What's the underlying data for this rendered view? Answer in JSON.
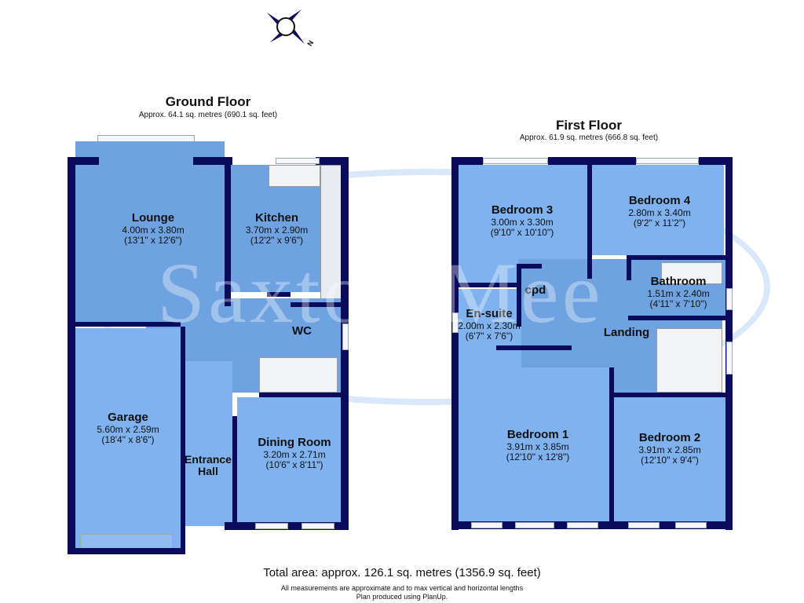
{
  "compass": {
    "north_label": "N"
  },
  "watermark": {
    "text": "Saxton Mee"
  },
  "ground_floor": {
    "title": "Ground Floor",
    "area": "Approx. 64.1 sq. metres (690.1 sq. feet)",
    "rooms": [
      {
        "name": "Lounge",
        "metric": "4.00m x 3.80m",
        "imperial": "(13'1\" x 12'6\")"
      },
      {
        "name": "Kitchen",
        "metric": "3.70m x 2.90m",
        "imperial": "(12'2\" x 9'6\")"
      },
      {
        "name": "WC",
        "metric": "",
        "imperial": ""
      },
      {
        "name": "Garage",
        "metric": "5.60m x 2.59m",
        "imperial": "(18'4\" x 8'6\")"
      },
      {
        "name": "Entrance Hall",
        "metric": "",
        "imperial": ""
      },
      {
        "name": "Dining Room",
        "metric": "3.20m x 2.71m",
        "imperial": "(10'6\" x 8'11\")"
      }
    ]
  },
  "first_floor": {
    "title": "First Floor",
    "area": "Approx. 61.9 sq. metres (666.8 sq. feet)",
    "rooms": [
      {
        "name": "Bedroom 3",
        "metric": "3.00m x 3.30m",
        "imperial": "(9'10\" x 10'10\")"
      },
      {
        "name": "Bedroom 4",
        "metric": "2.80m x 3.40m",
        "imperial": "(9'2\" x 11'2\")"
      },
      {
        "name": "Bathroom",
        "metric": "1.51m x 2.40m",
        "imperial": "(4'11\" x 7'10\")"
      },
      {
        "name": "cpd",
        "metric": "",
        "imperial": ""
      },
      {
        "name": "En-suite",
        "metric": "2.00m x 2.30m",
        "imperial": "(6'7\" x 7'6\")"
      },
      {
        "name": "Landing",
        "metric": "",
        "imperial": ""
      },
      {
        "name": "Bedroom 1",
        "metric": "3.91m x 3.85m",
        "imperial": "(12'10\" x 12'8\")"
      },
      {
        "name": "Bedroom 2",
        "metric": "3.91m x 2.85m",
        "imperial": "(12'10\" x 9'4\")"
      }
    ]
  },
  "footer": {
    "total": "Total area: approx. 126.1 sq. metres (1356.9 sq. feet)",
    "note1": "All measurements are approximate and to max vertical and horizontal lengths",
    "note2": "Plan produced using PlanUp."
  },
  "colors": {
    "wall": "#0b0b5e",
    "room": "#7fb2ee",
    "background": "#ffffff"
  }
}
